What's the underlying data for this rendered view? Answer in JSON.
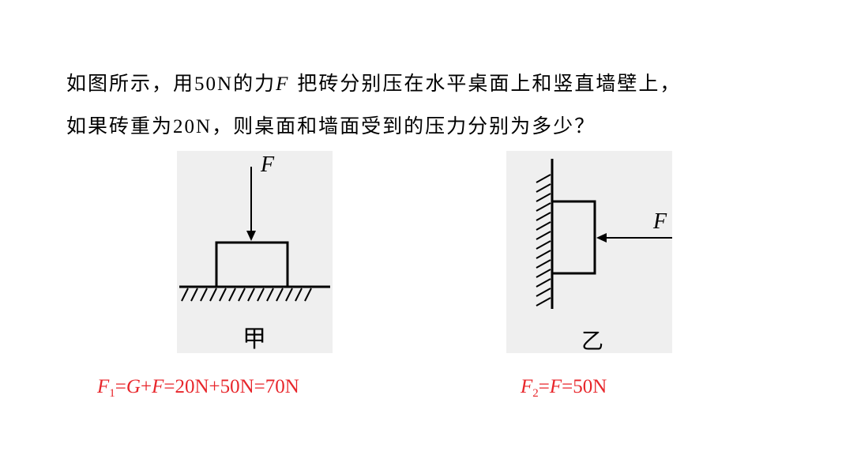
{
  "question": {
    "line1_a": "如图所示，用",
    "line1_num": "50N",
    "line1_b": "的力",
    "line1_var": "F",
    "line1_c": " 把砖分别压在水平桌面上和竖直墙壁上，",
    "line2_a": "如果砖重为",
    "line2_num": "20N",
    "line2_b": "，则桌面和墙面受到的压力分别为多少？"
  },
  "figure_a": {
    "force_label": "F",
    "caption": "甲"
  },
  "figure_b": {
    "force_label": "F",
    "caption": "乙"
  },
  "answers": {
    "a1_var": "F",
    "a1_sub": "1",
    "a1_eq1": "=",
    "a1_g": "G",
    "a1_plus": "+",
    "a1_f": "F",
    "a1_rest": "=20N+50N=70N",
    "a2_var": "F",
    "a2_sub": "2",
    "a2_eq1": "=",
    "a2_f": "F",
    "a2_rest": "=50N",
    "color": "#e8262b"
  }
}
